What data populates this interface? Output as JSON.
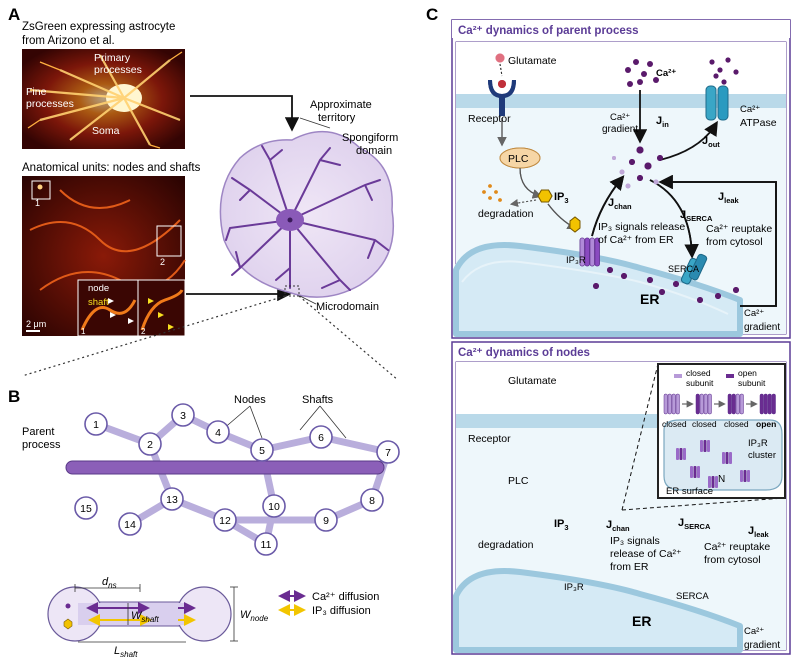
{
  "panel_a": {
    "letter": "A",
    "micro_title_line1": "ZsGreen expressing astrocyte",
    "micro_title_line2": "from Arizono et al.",
    "label_fine_1": "Fine",
    "label_fine_2": "processes",
    "label_primary_1": "Primary",
    "label_primary_2": "processes",
    "label_soma": "Soma",
    "units_title": "Anatomical units: nodes and shafts",
    "inset_node": "node",
    "inset_shaft": "shaft",
    "inset_num_1": "1",
    "inset_num_2": "2",
    "inset_corner_1": "1",
    "inset_corner_2": "2",
    "scale_bar": "2 μm",
    "approx_1": "Approximate",
    "approx_2": "territory",
    "spongi_1": "Spongiform",
    "spongi_2": "domain",
    "microdomain": "Microdomain"
  },
  "panel_b": {
    "letter": "B",
    "parent_1": "Parent",
    "parent_2": "process",
    "nodes_label": "Nodes",
    "shafts_label": "Shafts",
    "node_numbers": [
      "1",
      "2",
      "3",
      "4",
      "5",
      "6",
      "7",
      "8",
      "9",
      "10",
      "11",
      "12",
      "13",
      "14",
      "15"
    ],
    "d_ns": "d",
    "d_ns_sub": "ns",
    "w_shaft": "W",
    "w_shaft_sub": "shaft",
    "l_shaft": "L",
    "l_shaft_sub": "shaft",
    "w_node": "W",
    "w_node_sub": "node",
    "legend_ca": "Ca²⁺ diffusion",
    "legend_ip3": "IP₃ diffusion",
    "colors": {
      "ca": "#6a2c91",
      "ip3": "#f2c500",
      "node_fill": "#ffffff",
      "shaft": "#b9aedc"
    }
  },
  "panel_c": {
    "letter": "C",
    "top_title": "Ca²⁺ dynamics of parent process",
    "bottom_title": "Ca²⁺ dynamics of nodes",
    "glutamate": "Glutamate",
    "ca2plus": "Ca²⁺",
    "receptor": "Receptor",
    "ca_gradient_1": "Ca²⁺",
    "ca_gradient_2": "gradient",
    "j_in": "J",
    "j_in_sub": "in",
    "j_out": "J",
    "j_out_sub": "out",
    "ca_atpase_1": "Ca²⁺",
    "ca_atpase_2": "ATPase",
    "plc": "PLC",
    "ip3": "IP",
    "ip3_sub": "3",
    "j_chan": "J",
    "j_chan_sub": "chan",
    "j_leak": "J",
    "j_leak_sub": "leak",
    "j_serca": "J",
    "j_serca_sub": "SERCA",
    "degradation": "degradation",
    "ip3_release_1": "IP₃ signals release",
    "ip3_release_2": "of Ca²⁺ from ER",
    "reuptake_1": "Ca²⁺ reuptake",
    "reuptake_2": "from cytosol",
    "ip3r": "IP₃R",
    "serca": "SERCA",
    "er": "ER",
    "bottom_release_1": "IP₃ signals",
    "bottom_release_2": "release of Ca²⁺",
    "bottom_release_3": "from ER",
    "inset_closed_subunit": "closed",
    "inset_subunit": "subunit",
    "inset_open_subunit": "open",
    "inset_states": [
      "closed",
      "closed",
      "closed",
      "open"
    ],
    "inset_cluster_1": "IP₃R",
    "inset_cluster_2": "cluster",
    "inset_n": "N",
    "er_surface": "ER surface",
    "colors": {
      "frame": "#5b3c96",
      "title": "#5b3c96",
      "cytosol": "#eef6fb",
      "membrane": "#b7d7e6",
      "er": "#cfe6f2",
      "ca": "#5a1a6b",
      "plc": "#f6d6a6",
      "ip3": "#f2c200",
      "channel": "#3aa6c6"
    }
  }
}
